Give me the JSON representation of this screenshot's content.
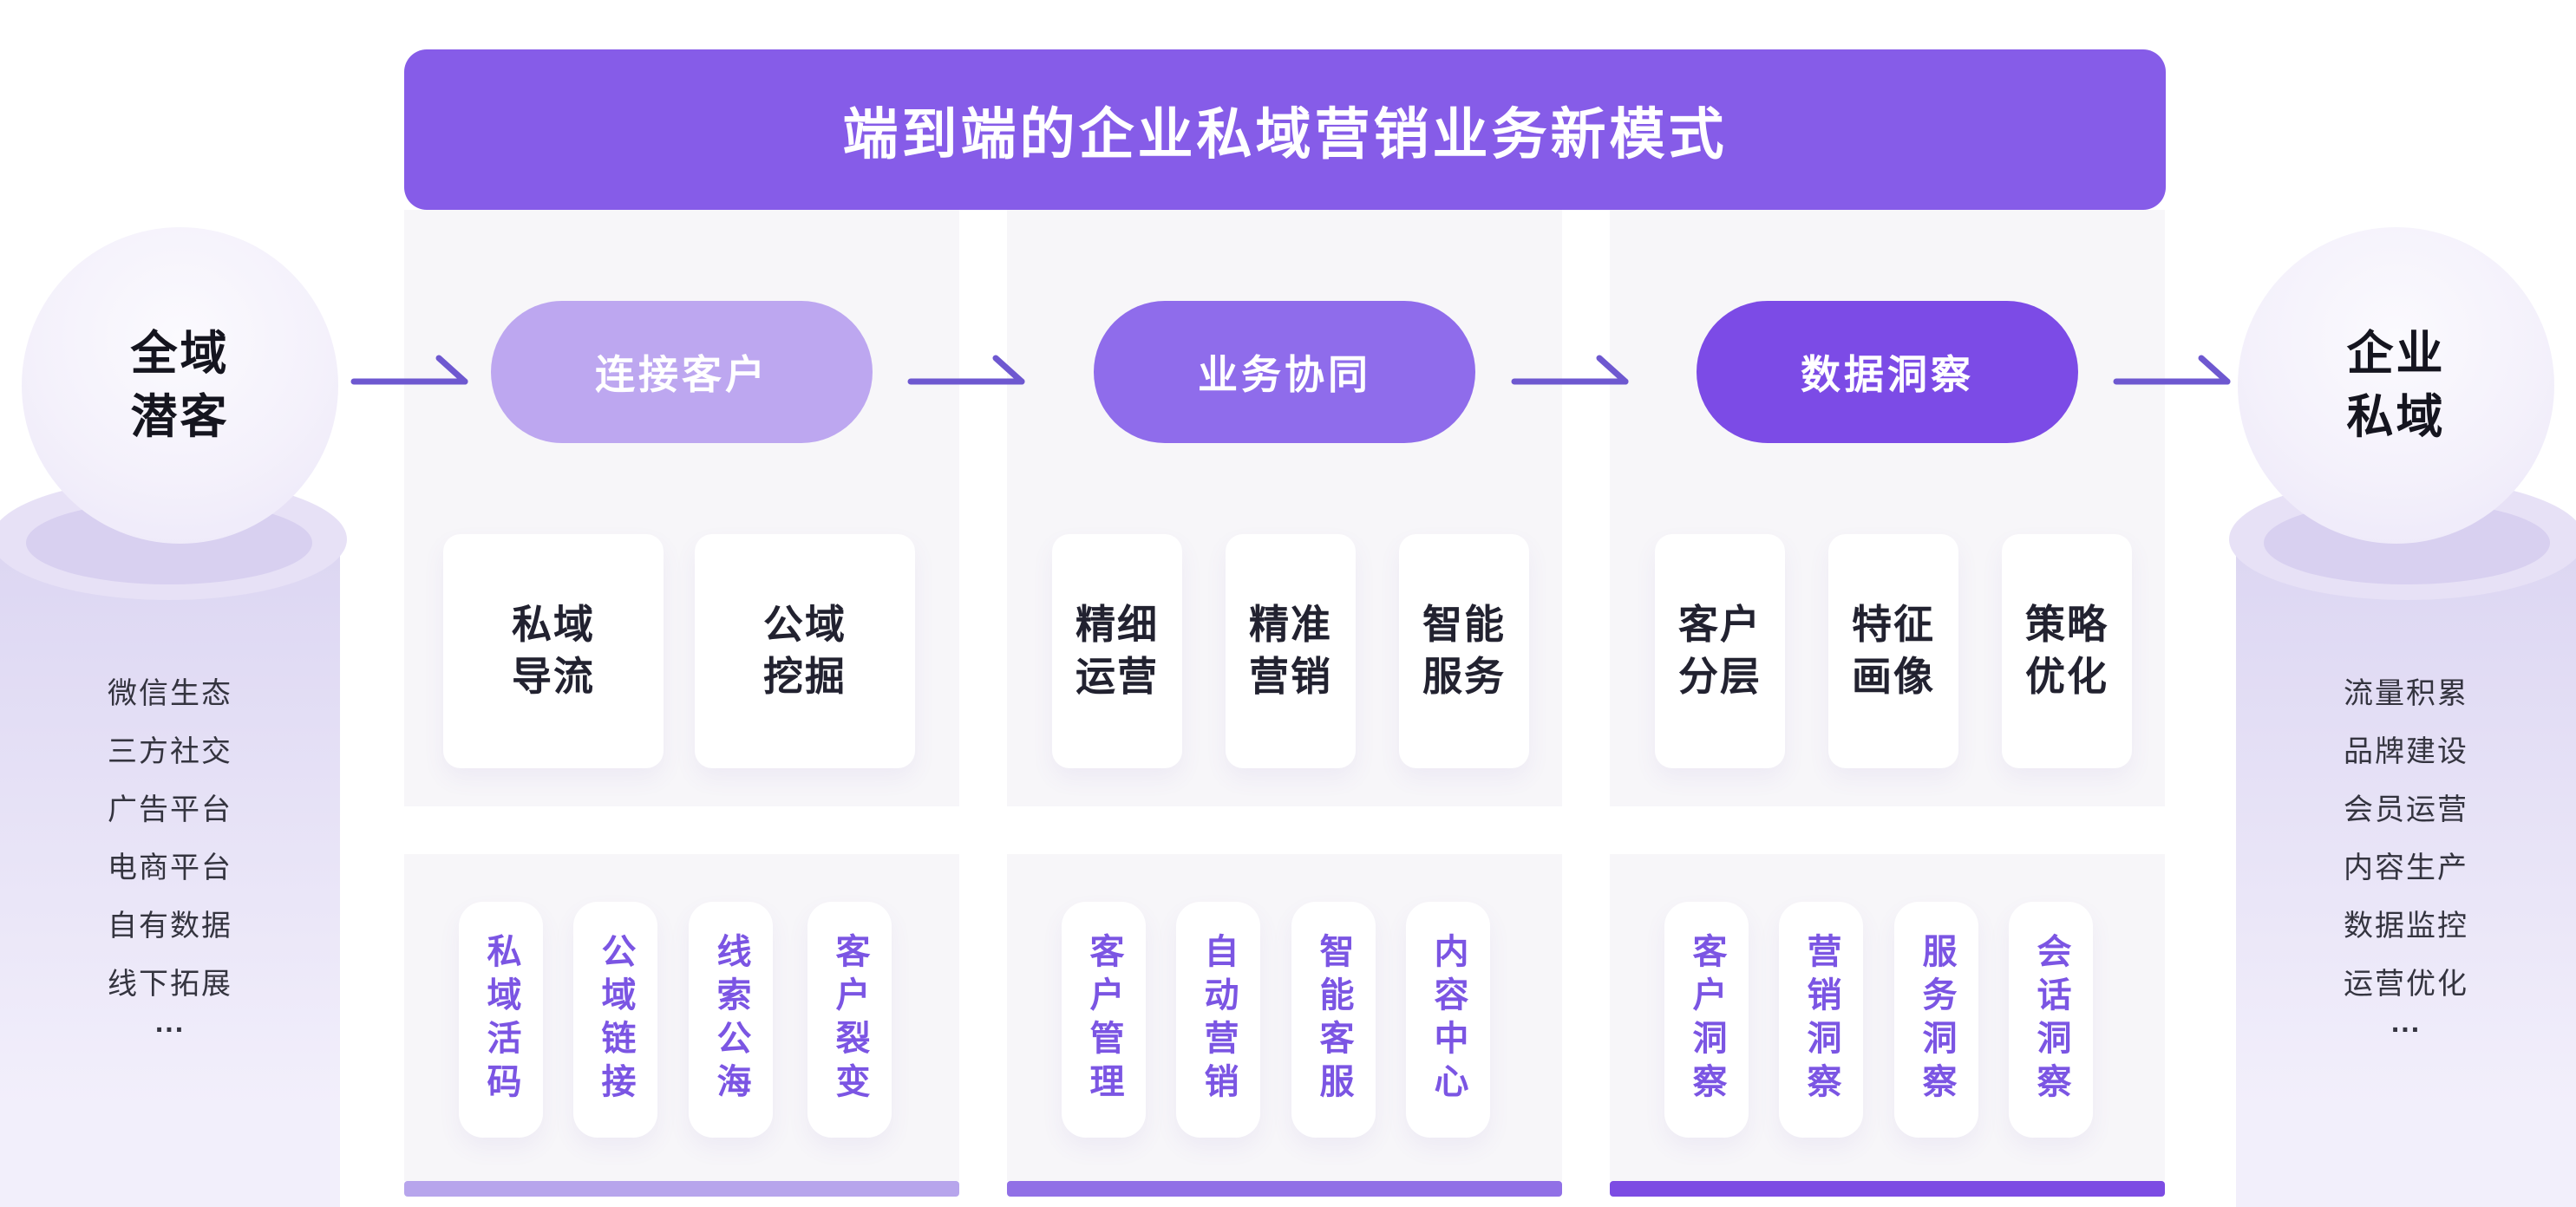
{
  "title": "端到端的企业私域营销业务新模式",
  "left_pillar": {
    "lines": [
      "全域",
      "潜客"
    ],
    "items": [
      "微信生态",
      "三方社交",
      "广告平台",
      "电商平台",
      "自有数据",
      "线下拓展"
    ],
    "more": "..."
  },
  "right_pillar": {
    "lines": [
      "企业",
      "私域"
    ],
    "items": [
      "流量积累",
      "品牌建设",
      "会员运营",
      "内容生产",
      "数据监控",
      "运营优化"
    ],
    "more": "..."
  },
  "columns": [
    {
      "header": "连接客户",
      "cards": [
        [
          "私域",
          "导流"
        ],
        [
          "公域",
          "挖掘"
        ]
      ],
      "tools": [
        "私域活码",
        "公域链接",
        "线索公海",
        "客户裂变"
      ]
    },
    {
      "header": "业务协同",
      "cards": [
        [
          "精细",
          "运营"
        ],
        [
          "精准",
          "营销"
        ],
        [
          "智能",
          "服务"
        ]
      ],
      "tools": [
        "客户管理",
        "自动营销",
        "智能客服",
        "内容中心"
      ]
    },
    {
      "header": "数据洞察",
      "cards": [
        [
          "客户",
          "分层"
        ],
        [
          "特征",
          "画像"
        ],
        [
          "策略",
          "优化"
        ]
      ],
      "tools": [
        "客户洞察",
        "营销洞察",
        "服务洞察",
        "会话洞察"
      ]
    }
  ],
  "colors": {
    "banner": "#865ce8",
    "pill_1": "#bda7f0",
    "pill_2": "#8f6ceb",
    "pill_3": "#7c4be6",
    "bar_1": "#b7a5ec",
    "bar_2": "#9170e6",
    "bar_3": "#7c4ce3",
    "tool_text": "#7b55e3",
    "arrow": "#6e58d0",
    "column_bg": "#f7f6f9"
  }
}
